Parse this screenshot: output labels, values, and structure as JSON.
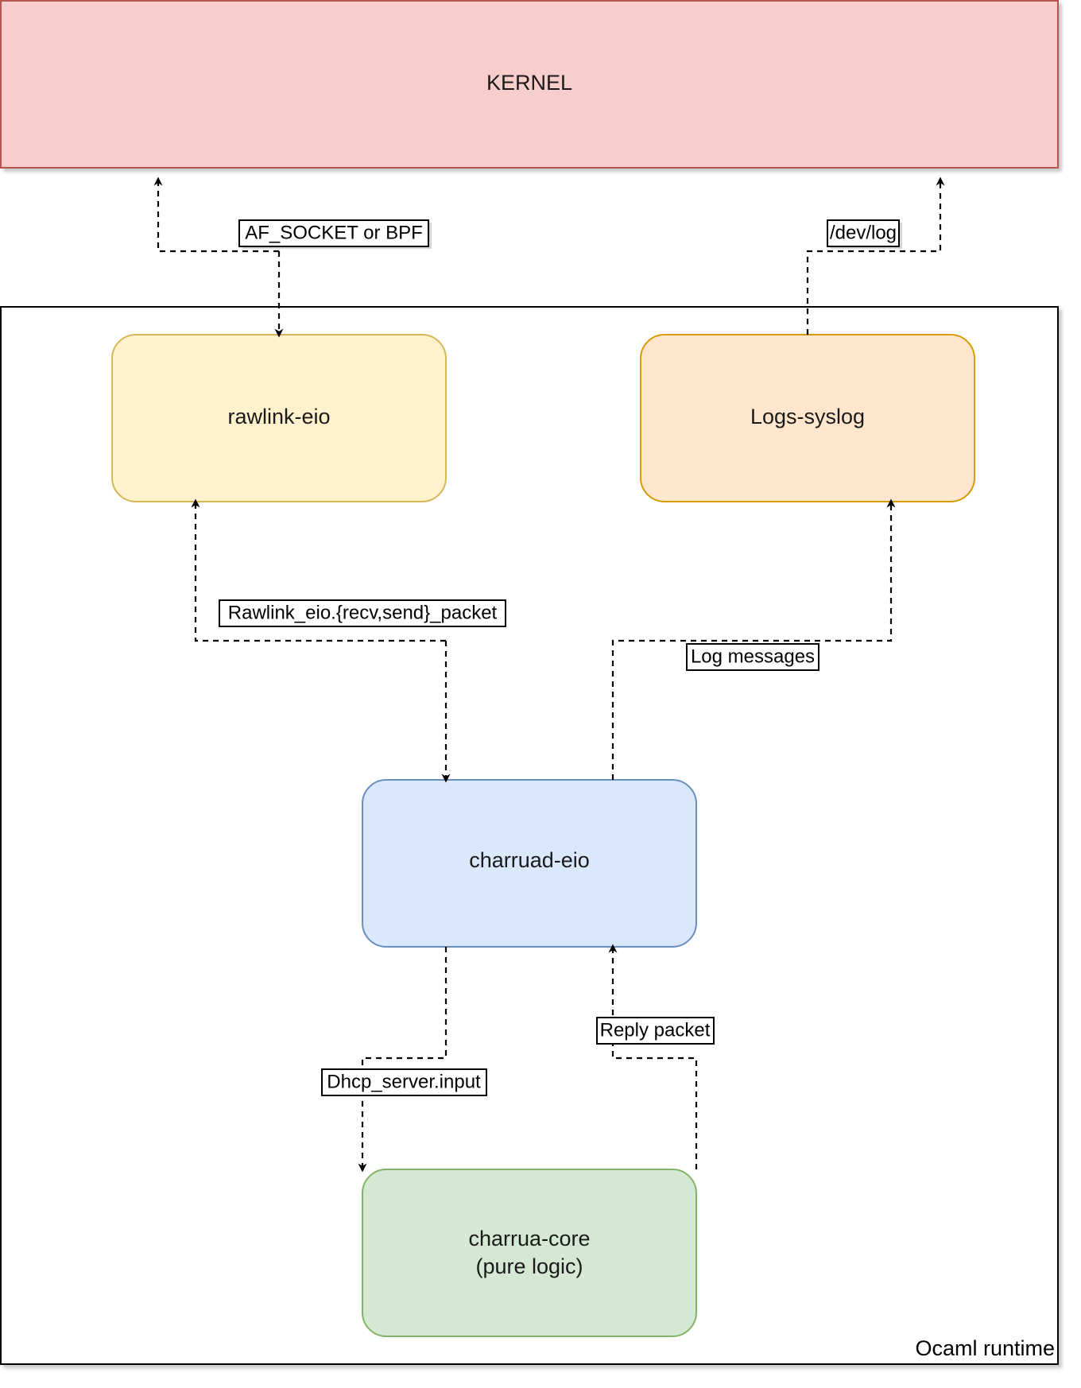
{
  "nodes": {
    "kernel": {
      "label": "KERNEL",
      "fill": "#f8cecc",
      "stroke": "#b85450"
    },
    "rawlink": {
      "label": "rawlink-eio",
      "fill": "#fff2cc",
      "stroke": "#d6b656"
    },
    "logs": {
      "label": "Logs-syslog",
      "fill": "#ffe6cc",
      "stroke": "#d79b00"
    },
    "charruad": {
      "label": "charruad-eio",
      "fill": "#dae8fc",
      "stroke": "#6c8ebf"
    },
    "core": {
      "label_line1": "charrua-core",
      "label_line2": "(pure logic)",
      "fill": "#d5e8d4",
      "stroke": "#82b366"
    }
  },
  "container": {
    "label": "Ocaml runtime"
  },
  "edges": [
    {
      "name": "af-socket-edge",
      "label": "AF_SOCKET or BPF",
      "from": "rawlink-eio",
      "to": "KERNEL"
    },
    {
      "name": "dev-log-edge",
      "label": "/dev/log",
      "from": "Logs-syslog",
      "to": "KERNEL"
    },
    {
      "name": "rawlink-packet-edge",
      "label": "Rawlink_eio.{recv,send}_packet",
      "from": "charruad-eio",
      "to": "rawlink-eio"
    },
    {
      "name": "log-messages-edge",
      "label": "Log messages",
      "from": "charruad-eio",
      "to": "Logs-syslog"
    },
    {
      "name": "dhcp-input-edge",
      "label": "Dhcp_server.input",
      "from": "charruad-eio",
      "to": "charrua-core"
    },
    {
      "name": "reply-packet-edge",
      "label": "Reply packet",
      "from": "charrua-core",
      "to": "charruad-eio"
    }
  ]
}
